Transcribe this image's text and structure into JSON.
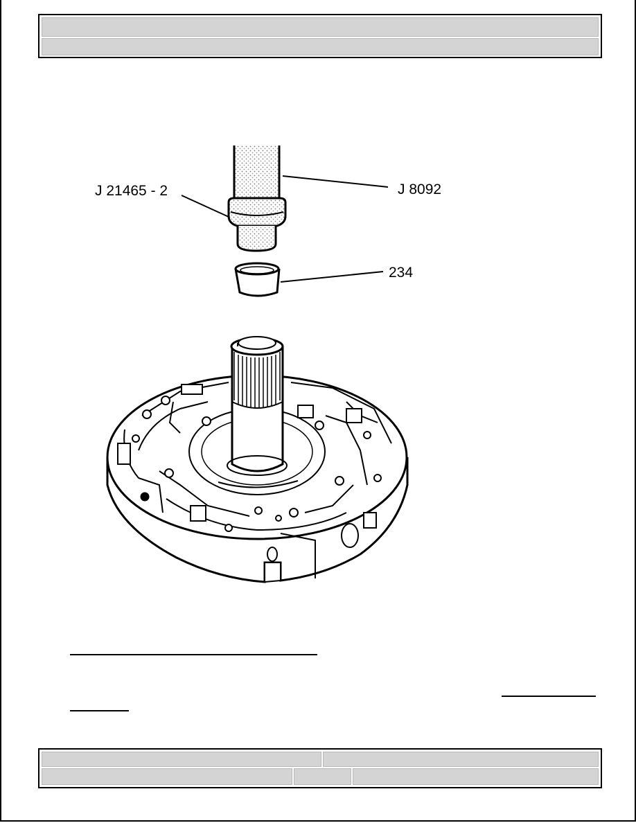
{
  "header": {
    "title": "",
    "subtitle": ""
  },
  "figure": {
    "callouts": [
      {
        "id": "tool-handle",
        "label": "J 8092"
      },
      {
        "id": "installer",
        "label": "J 21465 - 2"
      },
      {
        "id": "bushing",
        "label": "234"
      }
    ]
  },
  "body": {
    "link_1": "",
    "link_2a": "",
    "link_2b": ""
  },
  "footer": {
    "left_top": "",
    "right_top": "",
    "left_bottom": "",
    "mid_bottom": "",
    "right_bottom": ""
  }
}
